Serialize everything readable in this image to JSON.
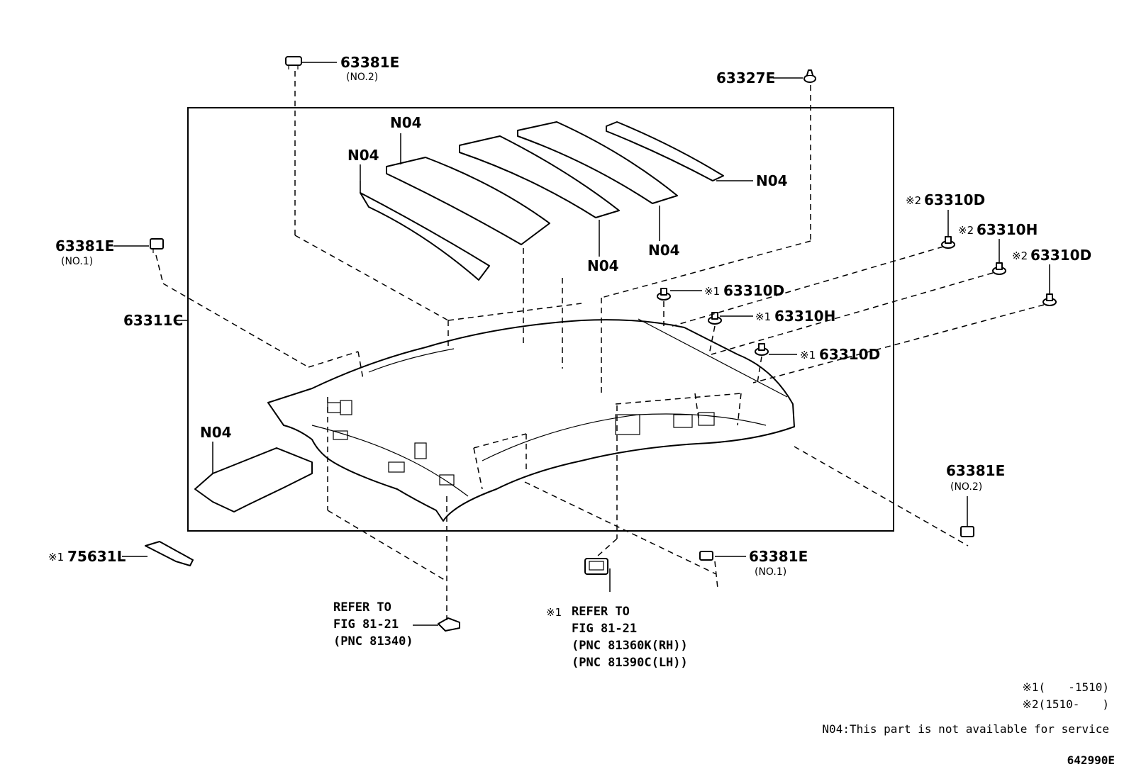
{
  "labels": {
    "p63381e_top": "63381E",
    "p63381e_top_no": "(NO.2)",
    "p63327e": "63327E",
    "p63381e_left": "63381E",
    "p63381e_left_no": "(NO.1)",
    "p63311c": "63311C",
    "n04": "N04",
    "p63310d_a": "63310D",
    "p63310h_a": "63310H",
    "p63310d_b": "63310D",
    "p63310d_c": "63310D",
    "p63310h_b": "63310H",
    "p63310d_d": "63310D",
    "p63381e_right": "63381E",
    "p63381e_right_no": "(NO.2)",
    "p63381e_bottom": "63381E",
    "p63381e_bottom_no": "(NO.1)",
    "p75631l": "75631L",
    "mark1": "※1",
    "mark2": "※2"
  },
  "refers": {
    "refer_a": [
      "REFER TO",
      "FIG 81-21",
      "(PNC 81340)"
    ],
    "refer_b": [
      "REFER TO",
      "FIG 81-21",
      "(PNC 81360K(RH))",
      "(PNC 81390C(LH))"
    ]
  },
  "notes": {
    "legend1": "※1(　　-1510)",
    "legend2": "※2(1510-　　)",
    "n04_note": "N04:This part is not available for service",
    "diagram_id": "642990E"
  }
}
